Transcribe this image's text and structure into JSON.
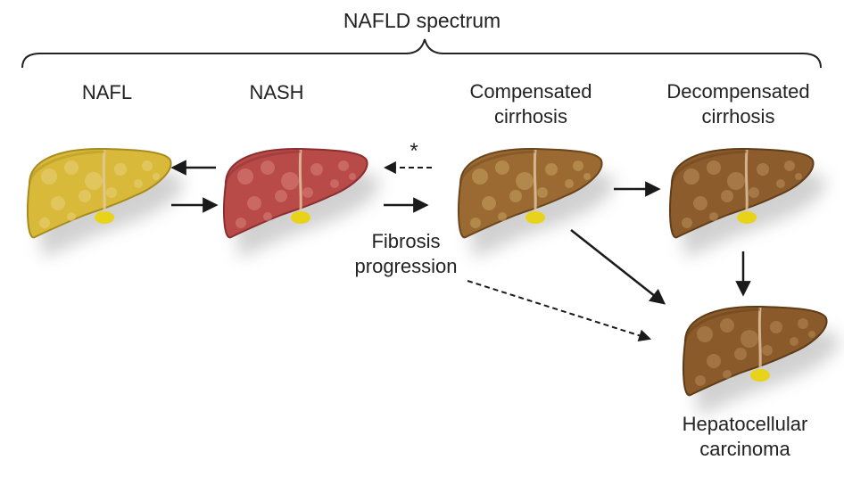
{
  "title": "NAFLD spectrum",
  "stages": {
    "nafl": {
      "label": "NAFL",
      "color": "#d8b93a",
      "shade": "#a88b1e",
      "spot": "#ead27a"
    },
    "nash": {
      "label": "NASH",
      "color": "#b84a48",
      "shade": "#8a2e30",
      "spot": "#d9817c"
    },
    "compensated": {
      "label_line1": "Compensated",
      "label_line2": "cirrhosis",
      "color": "#9a6a32",
      "shade": "#6b451c",
      "spot": "#c6a060"
    },
    "decompensated": {
      "label_line1": "Decompensated",
      "label_line2": "cirrhosis",
      "color": "#8c5c2c",
      "shade": "#603e1a",
      "spot": "#b9905c"
    },
    "hcc": {
      "label_line1": "Hepatocellular",
      "label_line2": "carcinoma",
      "color": "#8a5a2a",
      "shade": "#5e3c18",
      "spot": "#b48a56"
    }
  },
  "fibrosis": {
    "line1": "Fibrosis",
    "line2": "progression"
  },
  "asterisk": "*",
  "colors": {
    "arrow": "#1a1a1a",
    "gallbladder": "#e8d21a",
    "ligament": "#e3c9a6"
  }
}
